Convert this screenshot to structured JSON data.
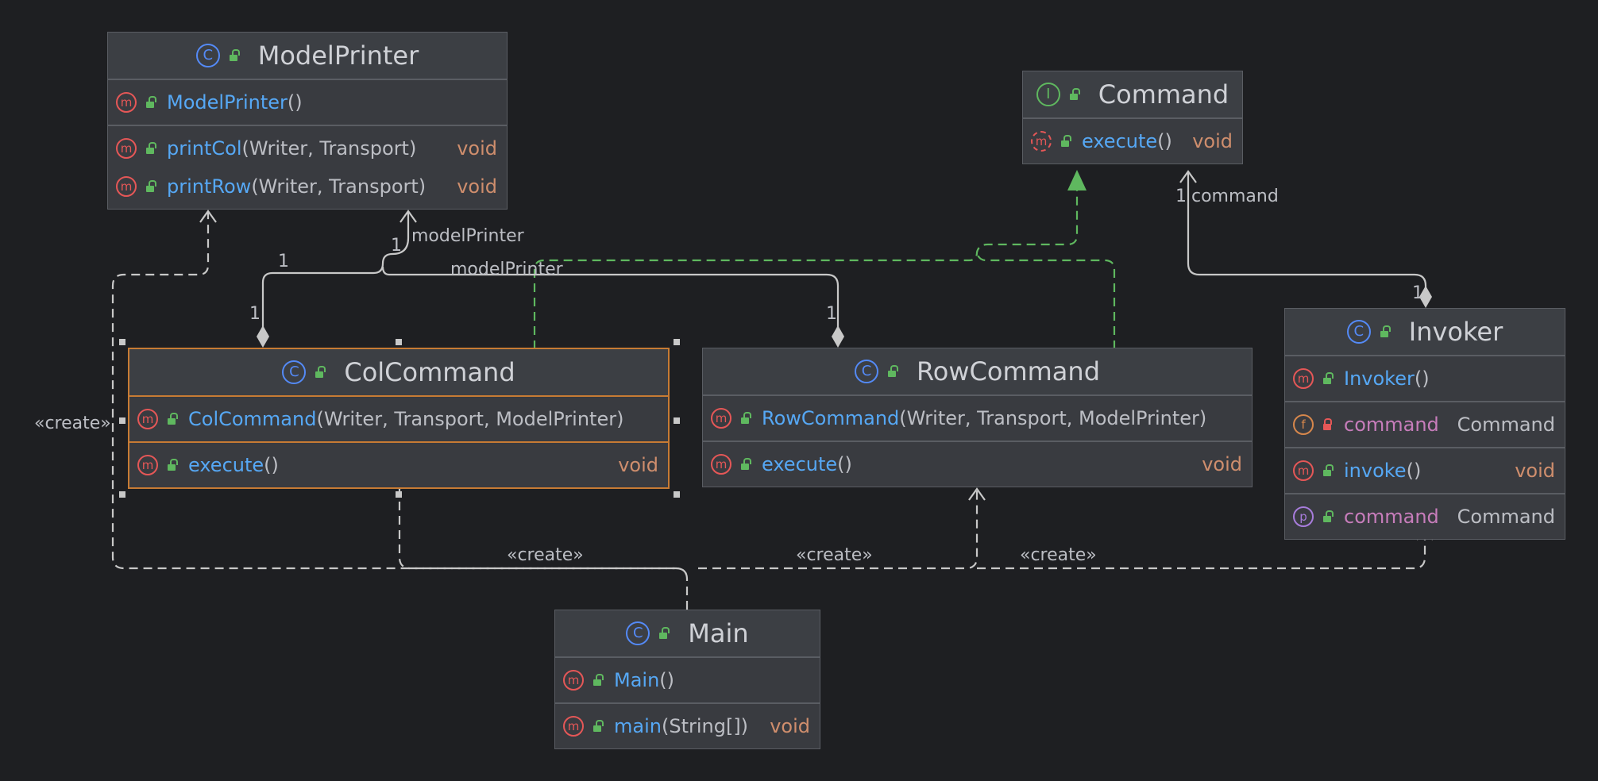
{
  "classes": {
    "model_printer": {
      "name": "ModelPrinter",
      "members": [
        {
          "name": "ModelPrinter",
          "params": "()",
          "ret": ""
        },
        {
          "name": "printCol",
          "params": "(Writer, Transport)",
          "ret": "void"
        },
        {
          "name": "printRow",
          "params": "(Writer, Transport)",
          "ret": "void"
        }
      ]
    },
    "command": {
      "name": "Command",
      "members": [
        {
          "name": "execute",
          "params": "()",
          "ret": "void"
        }
      ]
    },
    "col_command": {
      "name": "ColCommand",
      "members": [
        {
          "name": "ColCommand",
          "params": "(Writer, Transport, ModelPrinter)",
          "ret": ""
        },
        {
          "name": "execute",
          "params": "()",
          "ret": "void"
        }
      ]
    },
    "row_command": {
      "name": "RowCommand",
      "members": [
        {
          "name": "RowCommand",
          "params": "(Writer, Transport, ModelPrinter)",
          "ret": ""
        },
        {
          "name": "execute",
          "params": "()",
          "ret": "void"
        }
      ]
    },
    "invoker": {
      "name": "Invoker",
      "members": [
        {
          "name": "Invoker",
          "params": "()",
          "ret": ""
        },
        {
          "name": "command",
          "type": "Command"
        },
        {
          "name": "invoke",
          "params": "()",
          "ret": "void"
        },
        {
          "name": "command",
          "type": "Command"
        }
      ]
    },
    "main": {
      "name": "Main",
      "members": [
        {
          "name": "Main",
          "params": "()",
          "ret": ""
        },
        {
          "name": "main",
          "params": "(String[])",
          "ret": "void"
        }
      ]
    }
  },
  "badges": {
    "class": "C",
    "interface": "I",
    "method": "m",
    "field": "f",
    "property": "p"
  },
  "edge_labels": {
    "create": "«create»",
    "model_printer": "modelPrinter",
    "command": "command",
    "multiplicity_one": "1"
  },
  "colors": {
    "background": "#1e1f22",
    "node": "#393b40",
    "selected_border": "#c77b34",
    "realization": "#5fb85f",
    "dependency": "#bcbec4"
  }
}
